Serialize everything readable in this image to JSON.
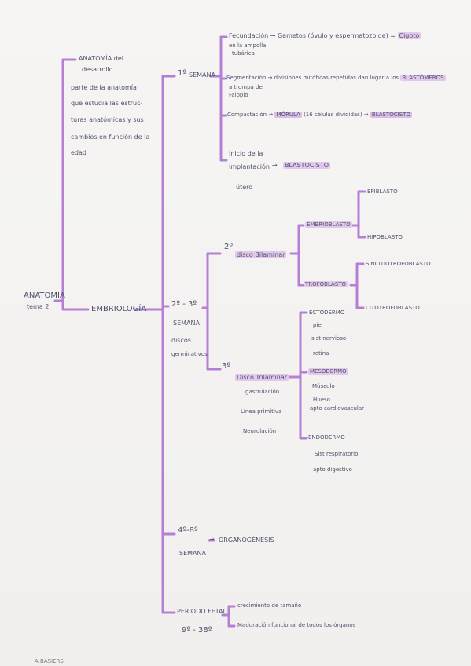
{
  "accent_color": "#b67fd6",
  "highlight_color": "#e2c9ec",
  "root": {
    "title": "ANATOMÍA",
    "subtitle": "tema 2"
  },
  "anatomia_desarrollo": {
    "title_line1": "ANATOMÍA del",
    "title_line2": "desarrollo",
    "desc_lines": [
      "parte de la anatomía",
      "que estudia las estruc-",
      "turas anatómicas y sus",
      "cambios en función de la",
      "edad"
    ]
  },
  "embriologia": "EMBRIOLOGÍA",
  "semana1": {
    "label_num": "1º",
    "label_word": "SEMANA",
    "fecundacion": {
      "text": "Fecundación → Gametos (óvulo y espermatozoide) =",
      "result": "Cigoto",
      "note_line1": "en la ampolla",
      "note_line2": "tubárica"
    },
    "segmentacion": {
      "text": "Segmentación → divisiones mitóticas repetidas dan lugar a los",
      "result": "BLASTÓMEROS",
      "note_line1": "a trompa de",
      "note_line2": "Falopio"
    },
    "compactacion": {
      "text": "Compactación →",
      "morula": "MÓRULA",
      "middle": "(16 células divididas) →",
      "result": "BLASTOCISTO"
    },
    "implantacion": {
      "line1": "Inicio de la",
      "line2": "implantación",
      "line3": "útero",
      "arrow": "→",
      "result": "BLASTOCISTO"
    }
  },
  "semana2_3": {
    "label_line1": "2º - 3º",
    "label_line2": "SEMANA",
    "label_line3": "discos",
    "label_line4": "germinativos",
    "bilaminar": {
      "num": "2º",
      "label": "disco Bilaminar",
      "embrioblasto": "EMBRIOBLASTO",
      "epiblasto": "EPIBLASTO",
      "hipoblasto": "HIPOBLASTO",
      "trofoblasto": "TROFOBLASTO",
      "sincitio": "SINCITIOTROFOBLASTO",
      "citotrofo": "CITOTROFOBLASTO"
    },
    "trilaminar": {
      "num": "3º",
      "label": "Disco Trilaminar",
      "processes": [
        "gastrulación",
        "Línea primitiva",
        "Neurulación"
      ],
      "ectodermo": {
        "label": "ECTODERMO",
        "items": [
          "piel",
          "sist nervioso",
          "retina"
        ]
      },
      "mesodermo": {
        "label": "MESODERMO",
        "items": [
          "Músculo",
          "Hueso",
          "apto cardiovascular"
        ]
      },
      "endodermo": {
        "label": "ENDODERMO",
        "items": [
          "Sist respiratorio",
          "apto digestivo"
        ]
      }
    }
  },
  "semana4_8": {
    "label_line1": "4º-8º",
    "label_line2": "SEMANA",
    "arrow": "→",
    "result": "ORGANOGÉNESIS"
  },
  "periodo_fetal": {
    "label_line1": "PERIODO FETAL",
    "label_line2": "9º - 38º",
    "items": [
      "crecimiento de tamaño",
      "Maduración funcional de todos los órganos"
    ]
  },
  "footer_mark": "A BASIERS"
}
